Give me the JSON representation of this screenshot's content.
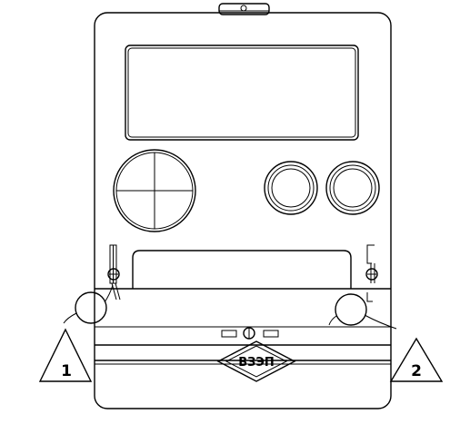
{
  "callouts": [
    {
      "number": "1"
    },
    {
      "number": "2"
    }
  ],
  "logo_text": "ВЗЭП",
  "colors": {
    "line": "#000000",
    "background": "#ffffff"
  }
}
